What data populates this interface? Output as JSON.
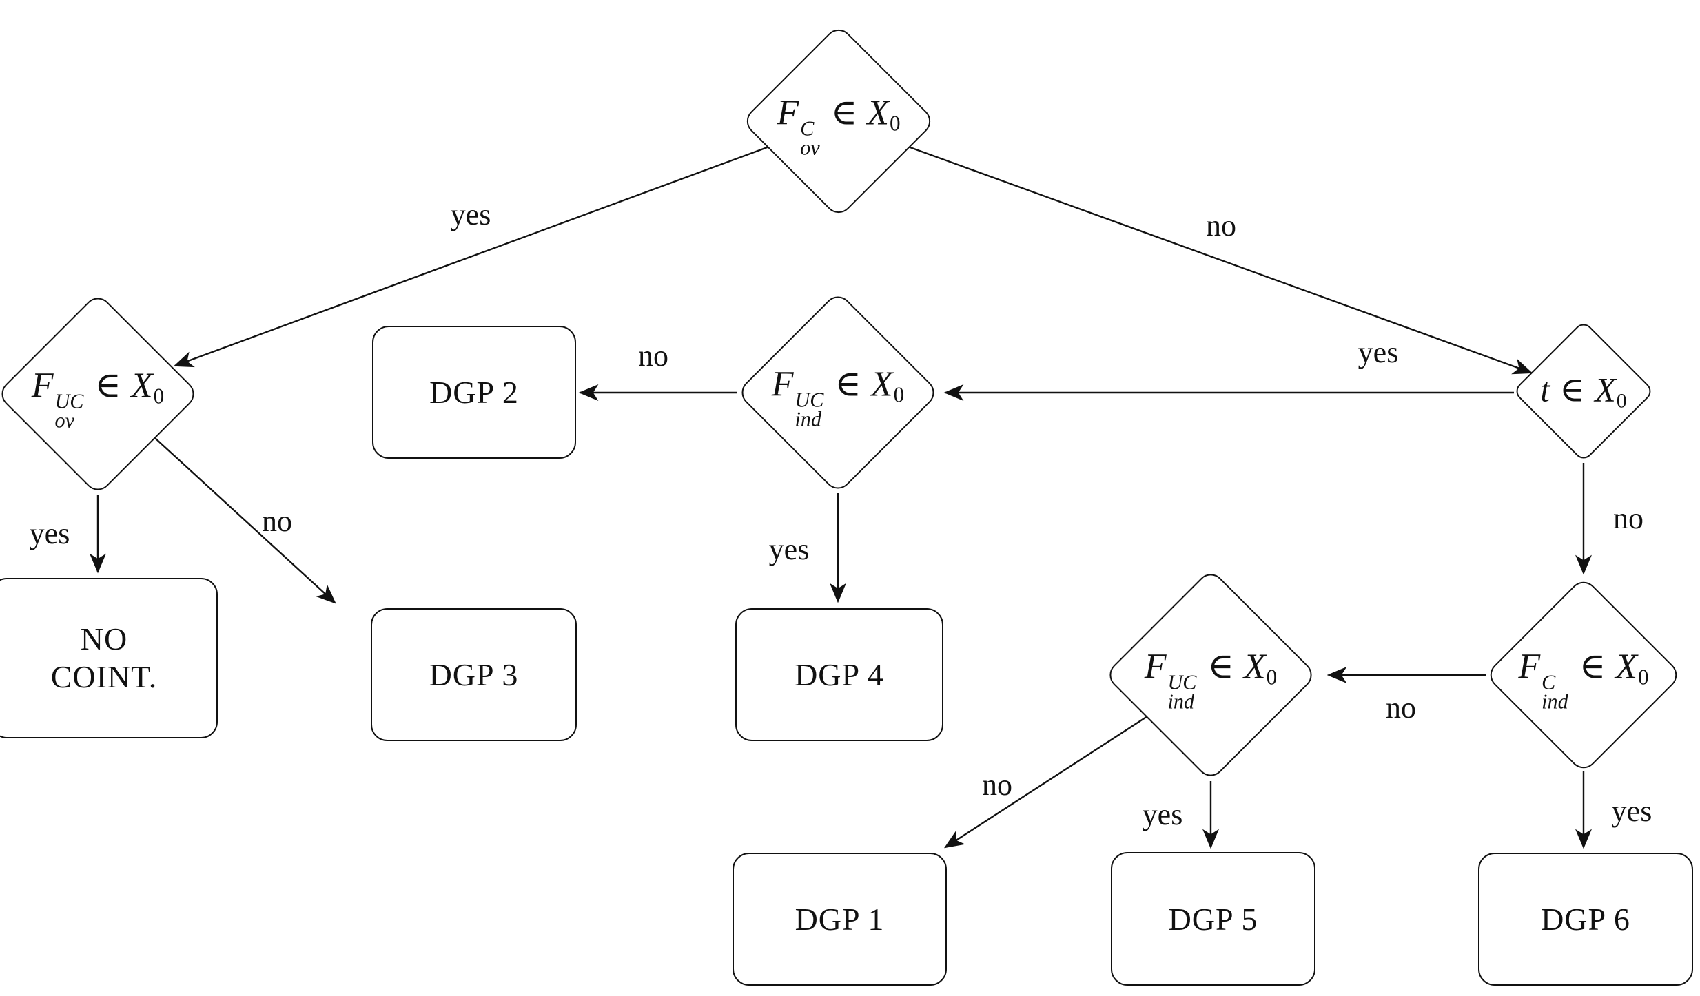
{
  "diagram": {
    "background": "#ffffff",
    "line_color": "#111111",
    "nodes": {
      "fov_c": {
        "base": "F",
        "sup": "C",
        "sub": "ov",
        "rel": "∈",
        "set": "X",
        "set_sub": "0"
      },
      "fov_uc": {
        "base": "F",
        "sup": "UC",
        "sub": "ov",
        "rel": "∈",
        "set": "X",
        "set_sub": "0"
      },
      "find_uc_mid": {
        "base": "F",
        "sup": "UC",
        "sub": "ind",
        "rel": "∈",
        "set": "X",
        "set_sub": "0"
      },
      "t": {
        "base": "t",
        "rel": "∈",
        "set": "X",
        "set_sub": "0"
      },
      "find_c": {
        "base": "F",
        "sup": "C",
        "sub": "ind",
        "rel": "∈",
        "set": "X",
        "set_sub": "0"
      },
      "find_uc_low": {
        "base": "F",
        "sup": "UC",
        "sub": "ind",
        "rel": "∈",
        "set": "X",
        "set_sub": "0"
      }
    },
    "boxes": {
      "no_coint": {
        "line1": "NO",
        "line2": "COINT."
      },
      "dgp1": "DGP 1",
      "dgp2": "DGP 2",
      "dgp3": "DGP 3",
      "dgp4": "DGP 4",
      "dgp5": "DGP 5",
      "dgp6": "DGP 6"
    },
    "edge_labels": {
      "root_yes": "yes",
      "root_no": "no",
      "fovuc_yes": "yes",
      "fovuc_no": "no",
      "finducmid_no": "no",
      "finducmid_yes": "yes",
      "t_yes": "yes",
      "t_no": "no",
      "findc_no": "no",
      "findc_yes": "yes",
      "finduclow_no": "no",
      "finduclow_yes": "yes"
    }
  }
}
